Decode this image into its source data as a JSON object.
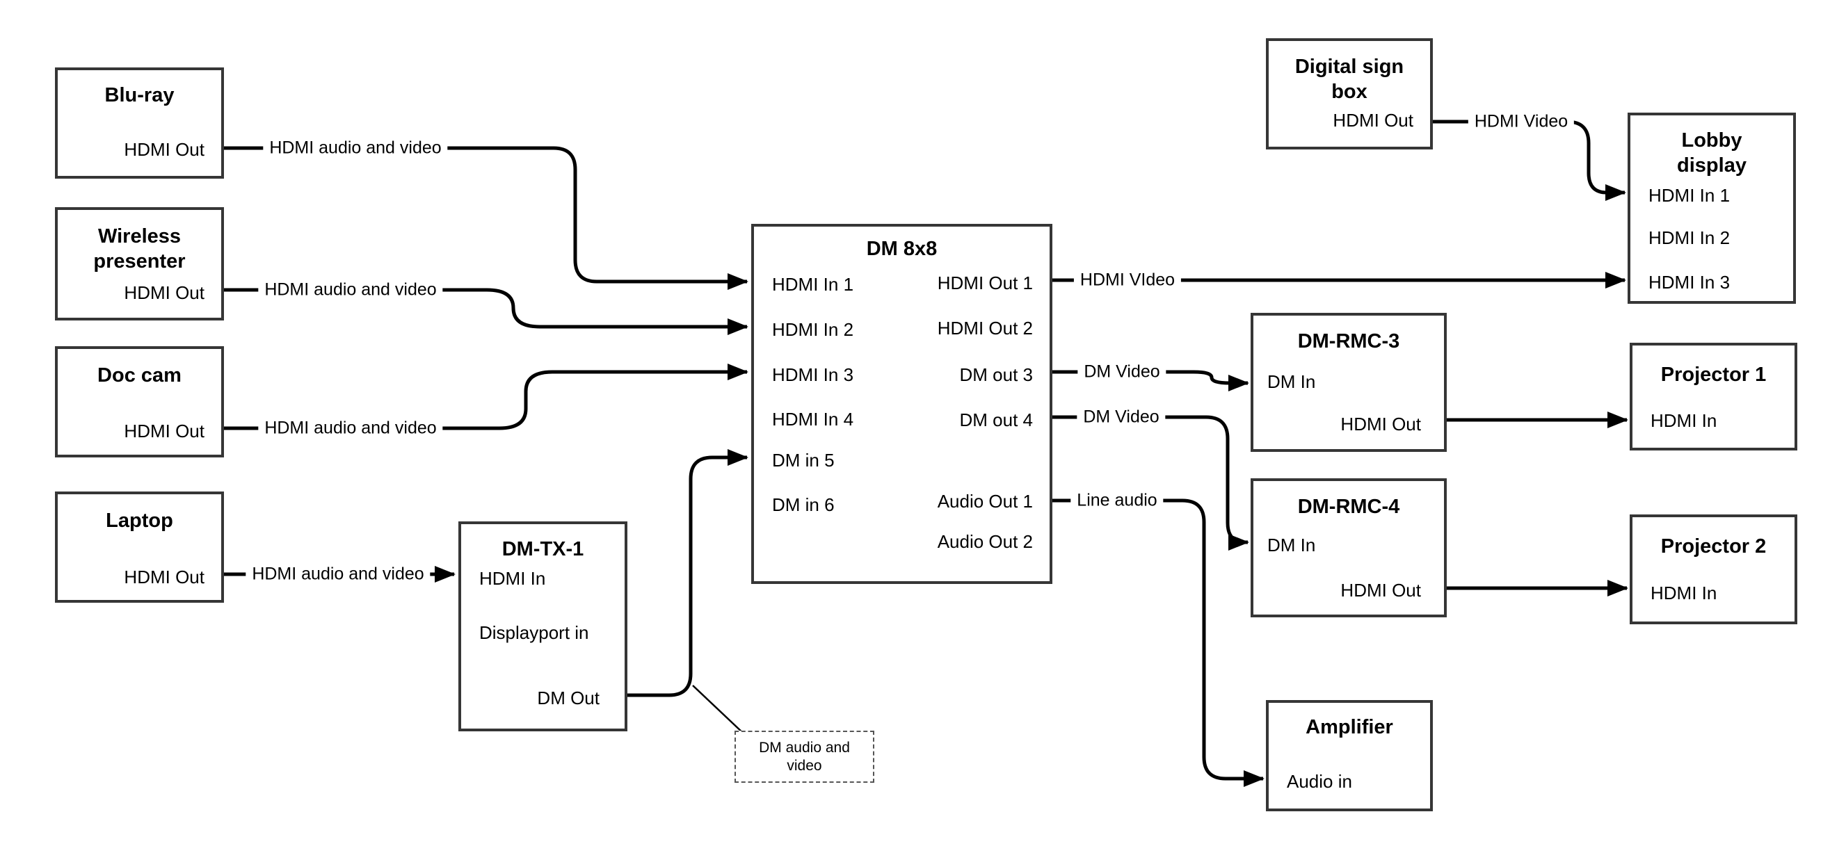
{
  "diagram": {
    "type": "av-signal-flow",
    "description": "Crestron DigitalMedia system wiring diagram"
  },
  "colors": {
    "background": "#ffffff",
    "box_border": "#363636",
    "wire": "#000000",
    "text": "#000000"
  },
  "nodes": {
    "bluray": {
      "title": [
        "Blu-ray"
      ],
      "ports": [
        {
          "label": "HDMI Out"
        }
      ]
    },
    "wireless": {
      "title": [
        "Wireless",
        "presenter"
      ],
      "ports": [
        {
          "label": "HDMI Out"
        }
      ]
    },
    "doccam": {
      "title": [
        "Doc cam"
      ],
      "ports": [
        {
          "label": "HDMI Out"
        }
      ]
    },
    "laptop": {
      "title": [
        "Laptop"
      ],
      "ports": [
        {
          "label": "HDMI Out"
        }
      ]
    },
    "dmtx1": {
      "title": [
        "DM-TX-1"
      ],
      "ports": [
        {
          "label": "HDMI In"
        },
        {
          "label": "Displayport in"
        },
        {
          "label": "DM Out"
        }
      ]
    },
    "dm8x8": {
      "title": [
        "DM 8x8"
      ],
      "ports": [
        {
          "label": "HDMI In 1"
        },
        {
          "label": "HDMI In 2"
        },
        {
          "label": "HDMI In 3"
        },
        {
          "label": "HDMI In 4"
        },
        {
          "label": "DM in 5"
        },
        {
          "label": "DM in 6"
        },
        {
          "label": "HDMI Out 1"
        },
        {
          "label": "HDMI Out 2"
        },
        {
          "label": "DM out 3"
        },
        {
          "label": "DM out 4"
        },
        {
          "label": "Audio Out 1"
        },
        {
          "label": "Audio Out 2"
        }
      ]
    },
    "digitalsign": {
      "title": [
        "Digital sign",
        "box"
      ],
      "ports": [
        {
          "label": "HDMI Out"
        }
      ]
    },
    "lobby": {
      "title": [
        "Lobby",
        "display"
      ],
      "ports": [
        {
          "label": "HDMI In 1"
        },
        {
          "label": "HDMI In 2"
        },
        {
          "label": "HDMI In 3"
        }
      ]
    },
    "dmrmc3": {
      "title": [
        "DM-RMC-3"
      ],
      "ports": [
        {
          "label": "DM In"
        },
        {
          "label": "HDMI Out"
        }
      ]
    },
    "projector1": {
      "title": [
        "Projector 1"
      ],
      "ports": [
        {
          "label": "HDMI In"
        }
      ]
    },
    "dmrmc4": {
      "title": [
        "DM-RMC-4"
      ],
      "ports": [
        {
          "label": "DM In"
        },
        {
          "label": "HDMI Out"
        }
      ]
    },
    "projector2": {
      "title": [
        "Projector 2"
      ],
      "ports": [
        {
          "label": "HDMI In"
        }
      ]
    },
    "amplifier": {
      "title": [
        "Amplifier"
      ],
      "ports": [
        {
          "label": "Audio in"
        }
      ]
    }
  },
  "connections": [
    {
      "from": "Blu-ray / HDMI Out",
      "to": "DM 8x8 / HDMI In 1",
      "label": "HDMI audio and video"
    },
    {
      "from": "Wireless presenter / HDMI Out",
      "to": "DM 8x8 / HDMI In 2",
      "label": "HDMI audio and video"
    },
    {
      "from": "Doc cam / HDMI Out",
      "to": "DM 8x8 / HDMI In 3",
      "label": "HDMI audio and video"
    },
    {
      "from": "Laptop / HDMI Out",
      "to": "DM-TX-1 / HDMI In",
      "label": "HDMI audio and video"
    },
    {
      "from": "DM-TX-1 / DM Out",
      "to": "DM 8x8 / DM in 5",
      "label": "DM audio and video"
    },
    {
      "from": "DM 8x8 / HDMI Out 1",
      "to": "Lobby display / HDMI In 3",
      "label": "HDMI VIdeo"
    },
    {
      "from": "Digital sign box / HDMI Out",
      "to": "Lobby display / HDMI In 1",
      "label": "HDMI Video"
    },
    {
      "from": "DM 8x8 / DM out 3",
      "to": "DM-RMC-3 / DM In",
      "label": "DM Video"
    },
    {
      "from": "DM 8x8 / DM out 4",
      "to": "DM-RMC-4 / DM In",
      "label": "DM Video"
    },
    {
      "from": "DM 8x8 / Audio Out 1",
      "to": "Amplifier / Audio in",
      "label": "Line audio"
    },
    {
      "from": "DM-RMC-3 / HDMI Out",
      "to": "Projector 1 / HDMI In",
      "label": ""
    },
    {
      "from": "DM-RMC-4 / HDMI Out",
      "to": "Projector 2 / HDMI In",
      "label": ""
    }
  ]
}
